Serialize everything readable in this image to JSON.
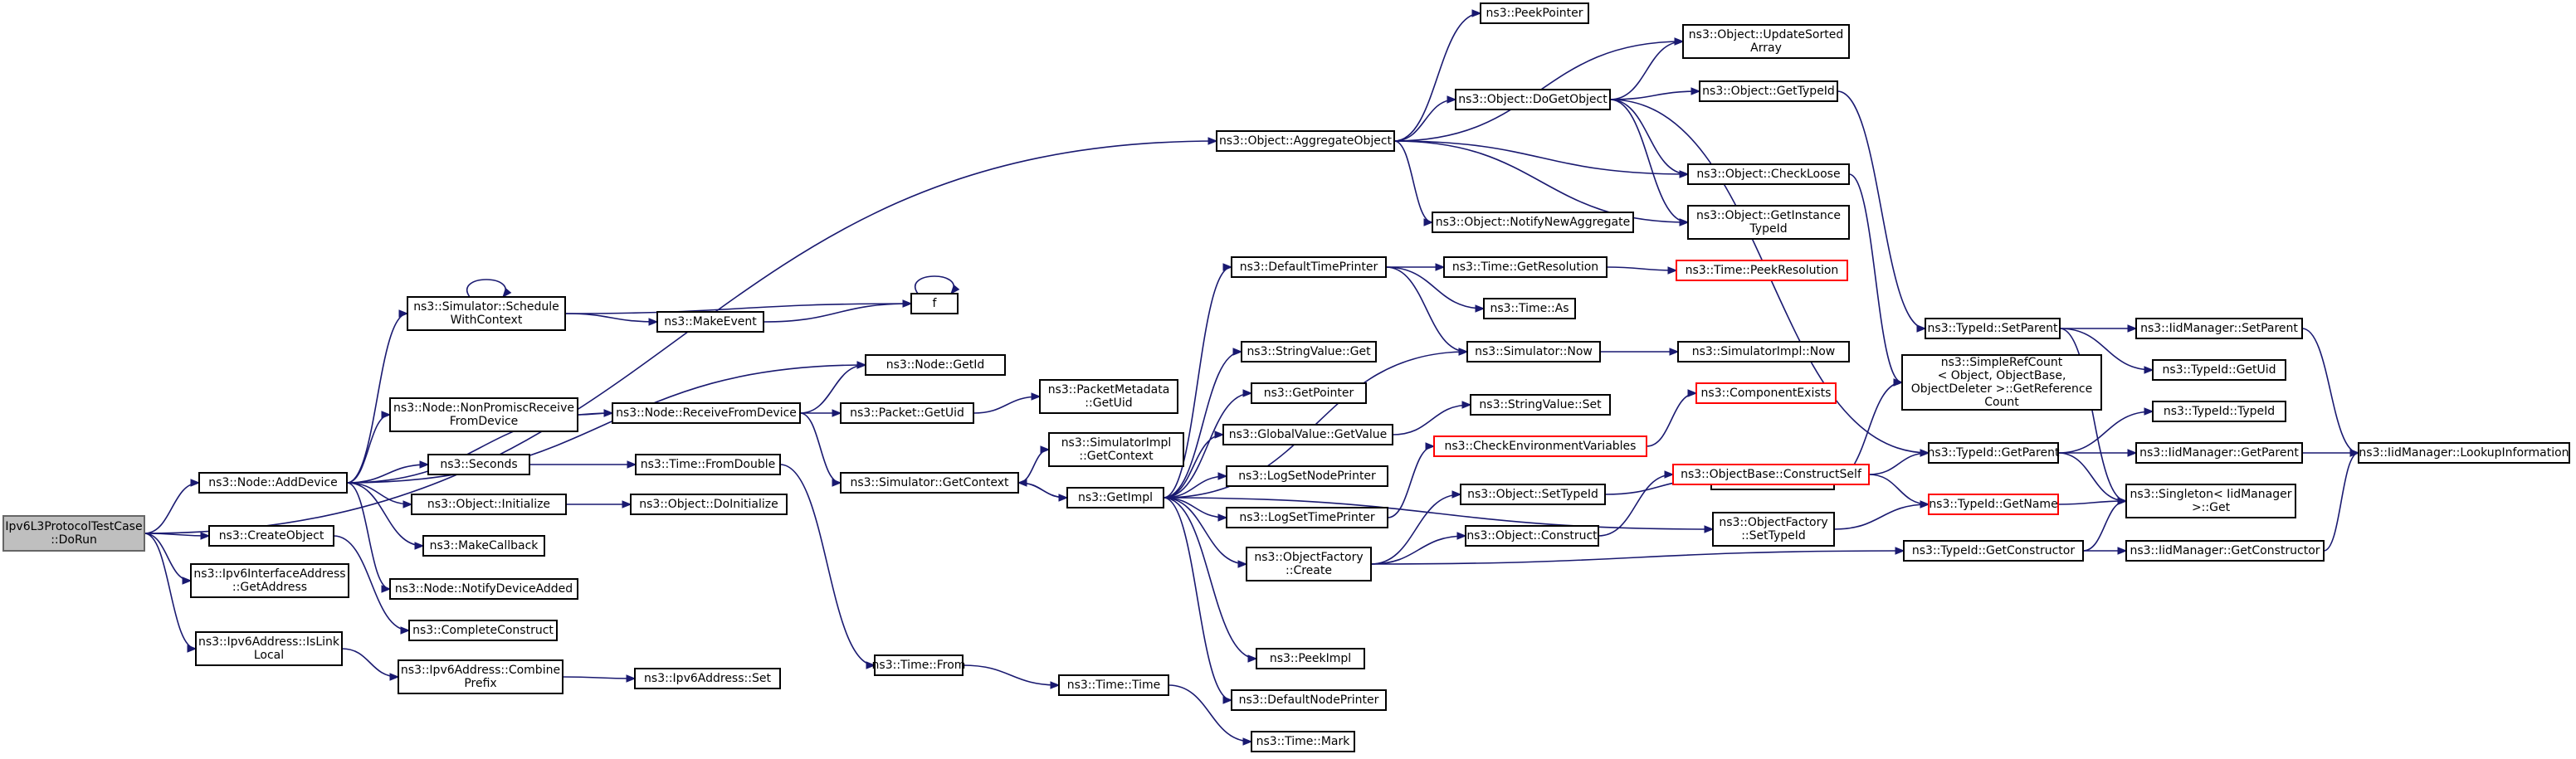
{
  "colors": {
    "edge": "#191970",
    "node_border": "#000000",
    "external_border": "#ff0000",
    "root_fill": "#bfbfbf",
    "node_fill": "#ffffff"
  },
  "nodes": {
    "root": [
      "Ipv6L3ProtocolTestCase",
      "::DoRun"
    ],
    "add_device": [
      "ns3::Node::AddDevice"
    ],
    "create_object": [
      "ns3::CreateObject"
    ],
    "iface_get_address": [
      "ns3::Ipv6InterfaceAddress",
      "::GetAddress"
    ],
    "is_link_local": [
      "ns3::Ipv6Address::IsLink",
      "Local"
    ],
    "combine_prefix": [
      "ns3::Ipv6Address::Combine",
      "Prefix"
    ],
    "addr_set": [
      "ns3::Ipv6Address::Set"
    ],
    "complete_construct": [
      "ns3::CompleteConstruct"
    ],
    "schedule_with_context": [
      "ns3::Simulator::Schedule",
      "WithContext"
    ],
    "make_event": [
      "ns3::MakeEvent"
    ],
    "f": [
      "f"
    ],
    "node_get_id": [
      "ns3::Node::GetId"
    ],
    "nonpromisc": [
      "ns3::Node::NonPromiscReceive",
      "FromDevice"
    ],
    "receive_from_device": [
      "ns3::Node::ReceiveFromDevice"
    ],
    "packet_get_uid": [
      "ns3::Packet::GetUid"
    ],
    "packet_metadata_get_uid": [
      "ns3::PacketMetadata",
      "::GetUid"
    ],
    "seconds": [
      "ns3::Seconds"
    ],
    "time_from_double": [
      "ns3::Time::FromDouble"
    ],
    "object_initialize": [
      "ns3::Object::Initialize"
    ],
    "object_do_initialize": [
      "ns3::Object::DoInitialize"
    ],
    "make_callback": [
      "ns3::MakeCallback"
    ],
    "notify_device_added": [
      "ns3::Node::NotifyDeviceAdded"
    ],
    "simulator_get_context": [
      "ns3::Simulator::GetContext"
    ],
    "simimpl_get_context": [
      "ns3::SimulatorImpl",
      "::GetContext"
    ],
    "get_impl": [
      "ns3::GetImpl"
    ],
    "time_from": [
      "ns3::Time::From"
    ],
    "time_time": [
      "ns3::Time::Time"
    ],
    "time_mark": [
      "ns3::Time::Mark"
    ],
    "aggregate_object": [
      "ns3::Object::AggregateObject"
    ],
    "peek_pointer": [
      "ns3::PeekPointer"
    ],
    "do_get_object": [
      "ns3::Object::DoGetObject"
    ],
    "notify_new_aggregate": [
      "ns3::Object::NotifyNewAggregate"
    ],
    "update_sorted_array": [
      "ns3::Object::UpdateSorted",
      "Array"
    ],
    "object_get_type_id": [
      "ns3::Object::GetTypeId"
    ],
    "check_loose": [
      "ns3::Object::CheckLoose"
    ],
    "get_instance_type_id": [
      "ns3::Object::GetInstance",
      "TypeId"
    ],
    "default_time_printer": [
      "ns3::DefaultTimePrinter"
    ],
    "time_get_resolution": [
      "ns3::Time::GetResolution"
    ],
    "time_peek_resolution": [
      "ns3::Time::PeekResolution"
    ],
    "time_as": [
      "ns3::Time::As"
    ],
    "simulator_now": [
      "ns3::Simulator::Now"
    ],
    "simimpl_now": [
      "ns3::SimulatorImpl::Now"
    ],
    "stringvalue_get": [
      "ns3::StringValue::Get"
    ],
    "get_pointer": [
      "ns3::GetPointer"
    ],
    "globalvalue_get_value": [
      "ns3::GlobalValue::GetValue"
    ],
    "stringvalue_set": [
      "ns3::StringValue::Set"
    ],
    "log_set_node_printer": [
      "ns3::LogSetNodePrinter"
    ],
    "log_set_time_printer": [
      "ns3::LogSetTimePrinter"
    ],
    "check_env_vars": [
      "ns3::CheckEnvironmentVariables"
    ],
    "component_exists": [
      "ns3::ComponentExists"
    ],
    "objectfactory_create": [
      "ns3::ObjectFactory",
      "::Create"
    ],
    "object_check": [
      "ns3::Object::Check"
    ],
    "object_set_type_id": [
      "ns3::Object::SetTypeId"
    ],
    "object_construct": [
      "ns3::Object::Construct"
    ],
    "objectfactory_set_type_id": [
      "ns3::ObjectFactory",
      "::SetTypeId"
    ],
    "objectbase_construct_self": [
      "ns3::ObjectBase::ConstructSelf"
    ],
    "peek_impl": [
      "ns3::PeekImpl"
    ],
    "default_node_printer": [
      "ns3::DefaultNodePrinter"
    ],
    "simple_ref_count": [
      "ns3::SimpleRefCount",
      "< Object, ObjectBase,",
      "ObjectDeleter >::GetReference",
      "Count"
    ],
    "typeid_set_parent": [
      "ns3::TypeId::SetParent"
    ],
    "typeid_get_parent": [
      "ns3::TypeId::GetParent"
    ],
    "typeid_get_name": [
      "ns3::TypeId::GetName"
    ],
    "typeid_get_constructor": [
      "ns3::TypeId::GetConstructor"
    ],
    "iidm_set_parent": [
      "ns3::IidManager::SetParent"
    ],
    "typeid_get_uid": [
      "ns3::TypeId::GetUid"
    ],
    "typeid_typeid": [
      "ns3::TypeId::TypeId"
    ],
    "iidm_get_parent": [
      "ns3::IidManager::GetParent"
    ],
    "singleton_get": [
      "ns3::Singleton< IidManager",
      ">::Get"
    ],
    "iidm_get_constructor": [
      "ns3::IidManager::GetConstructor"
    ],
    "iidm_lookup_information": [
      "ns3::IidManager::LookupInformation"
    ]
  },
  "edges": [
    [
      "root",
      "add_device"
    ],
    [
      "root",
      "create_object"
    ],
    [
      "root",
      "iface_get_address"
    ],
    [
      "root",
      "is_link_local"
    ],
    [
      "root",
      "aggregate_object"
    ],
    [
      "add_device",
      "schedule_with_context"
    ],
    [
      "add_device",
      "node_get_id"
    ],
    [
      "add_device",
      "nonpromisc"
    ],
    [
      "add_device",
      "receive_from_device"
    ],
    [
      "add_device",
      "seconds"
    ],
    [
      "add_device",
      "object_initialize"
    ],
    [
      "add_device",
      "make_callback"
    ],
    [
      "add_device",
      "notify_device_added"
    ],
    [
      "create_object",
      "complete_construct"
    ],
    [
      "is_link_local",
      "combine_prefix"
    ],
    [
      "combine_prefix",
      "addr_set"
    ],
    [
      "schedule_with_context",
      "schedule_with_context"
    ],
    [
      "schedule_with_context",
      "make_event"
    ],
    [
      "schedule_with_context",
      "f"
    ],
    [
      "make_event",
      "f"
    ],
    [
      "f",
      "f"
    ],
    [
      "nonpromisc",
      "receive_from_device"
    ],
    [
      "receive_from_device",
      "node_get_id"
    ],
    [
      "receive_from_device",
      "packet_get_uid"
    ],
    [
      "receive_from_device",
      "simulator_get_context"
    ],
    [
      "packet_get_uid",
      "packet_metadata_get_uid"
    ],
    [
      "seconds",
      "time_from_double"
    ],
    [
      "time_from_double",
      "time_from"
    ],
    [
      "object_initialize",
      "object_do_initialize"
    ],
    [
      "simulator_get_context",
      "simimpl_get_context"
    ],
    [
      "simulator_get_context",
      "get_impl"
    ],
    [
      "get_impl",
      "simulator_get_context"
    ],
    [
      "get_impl",
      "default_time_printer"
    ],
    [
      "get_impl",
      "simulator_now"
    ],
    [
      "get_impl",
      "stringvalue_get"
    ],
    [
      "get_impl",
      "get_pointer"
    ],
    [
      "get_impl",
      "globalvalue_get_value"
    ],
    [
      "get_impl",
      "log_set_node_printer"
    ],
    [
      "get_impl",
      "log_set_time_printer"
    ],
    [
      "get_impl",
      "objectfactory_create"
    ],
    [
      "get_impl",
      "objectfactory_set_type_id"
    ],
    [
      "get_impl",
      "peek_impl"
    ],
    [
      "get_impl",
      "default_node_printer"
    ],
    [
      "time_from",
      "time_time"
    ],
    [
      "time_time",
      "time_mark"
    ],
    [
      "aggregate_object",
      "peek_pointer"
    ],
    [
      "aggregate_object",
      "update_sorted_array"
    ],
    [
      "aggregate_object",
      "do_get_object"
    ],
    [
      "aggregate_object",
      "notify_new_aggregate"
    ],
    [
      "aggregate_object",
      "check_loose"
    ],
    [
      "aggregate_object",
      "get_instance_type_id"
    ],
    [
      "do_get_object",
      "update_sorted_array"
    ],
    [
      "do_get_object",
      "object_get_type_id"
    ],
    [
      "do_get_object",
      "check_loose"
    ],
    [
      "do_get_object",
      "get_instance_type_id"
    ],
    [
      "do_get_object",
      "typeid_get_parent"
    ],
    [
      "object_get_type_id",
      "typeid_set_parent"
    ],
    [
      "check_loose",
      "simple_ref_count"
    ],
    [
      "default_time_printer",
      "time_get_resolution"
    ],
    [
      "default_time_printer",
      "time_as"
    ],
    [
      "default_time_printer",
      "simulator_now"
    ],
    [
      "time_get_resolution",
      "time_peek_resolution"
    ],
    [
      "simulator_now",
      "simimpl_now"
    ],
    [
      "globalvalue_get_value",
      "stringvalue_set"
    ],
    [
      "log_set_time_printer",
      "check_env_vars"
    ],
    [
      "check_env_vars",
      "component_exists"
    ],
    [
      "objectfactory_create",
      "object_set_type_id"
    ],
    [
      "objectfactory_create",
      "object_construct"
    ],
    [
      "objectfactory_create",
      "typeid_get_constructor"
    ],
    [
      "object_set_type_id",
      "object_check"
    ],
    [
      "object_check",
      "simple_ref_count"
    ],
    [
      "object_construct",
      "objectbase_construct_self"
    ],
    [
      "objectbase_construct_self",
      "typeid_get_parent"
    ],
    [
      "objectbase_construct_self",
      "typeid_get_name"
    ],
    [
      "objectfactory_set_type_id",
      "typeid_get_name"
    ],
    [
      "typeid_set_parent",
      "iidm_set_parent"
    ],
    [
      "typeid_set_parent",
      "typeid_get_uid"
    ],
    [
      "typeid_set_parent",
      "singleton_get"
    ],
    [
      "iidm_set_parent",
      "iidm_lookup_information"
    ],
    [
      "typeid_get_parent",
      "typeid_typeid"
    ],
    [
      "typeid_get_parent",
      "iidm_get_parent"
    ],
    [
      "typeid_get_parent",
      "singleton_get"
    ],
    [
      "iidm_get_parent",
      "iidm_lookup_information"
    ],
    [
      "typeid_get_name",
      "singleton_get"
    ],
    [
      "typeid_get_constructor",
      "singleton_get"
    ],
    [
      "typeid_get_constructor",
      "iidm_get_constructor"
    ],
    [
      "iidm_get_constructor",
      "iidm_lookup_information"
    ]
  ]
}
